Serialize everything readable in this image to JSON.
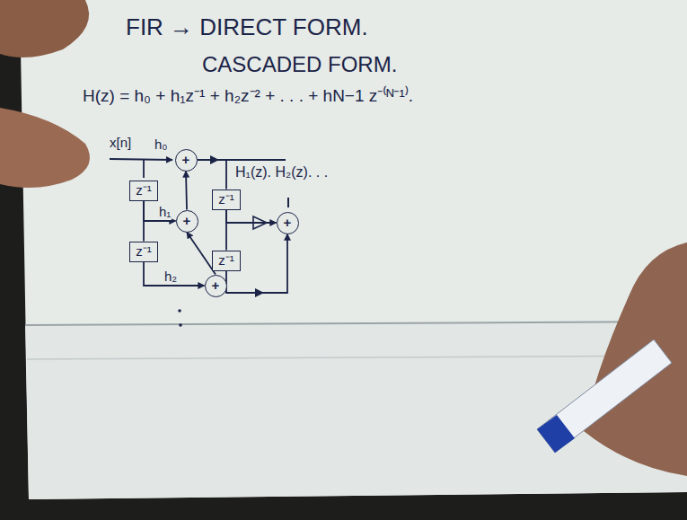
{
  "diagram": {
    "nodes": [
      {
        "text": [
          "z⁻¹"
        ]
      },
      {
        "text": [
          "z⁻¹"
        ]
      },
      {
        "text": [
          "+"
        ]
      },
      {
        "text": [
          "+"
        ]
      },
      {
        "text": [
          "+"
        ]
      },
      {
        "text": [
          "z⁻¹"
        ]
      },
      {
        "text": [
          "z⁻¹"
        ]
      },
      {
        "text": [
          "+"
        ]
      }
    ],
    "edges": [
      {
        "from": 0,
        "to": 1,
        "arrow": "none"
      },
      {
        "from": 0,
        "to": 3,
        "arrow": "to",
        "label": "h₁"
      },
      {
        "from": 3,
        "to": 2,
        "arrow": "to"
      },
      {
        "from": 1,
        "to": 4,
        "arrow": "to",
        "label": "h₂"
      },
      {
        "from": 4,
        "to": 3,
        "arrow": "to"
      },
      {
        "from": 2,
        "to": 5,
        "arrow": "none"
      },
      {
        "from": 5,
        "to": 6,
        "arrow": "none"
      },
      {
        "from": 5,
        "to": 7,
        "arrow": "to"
      },
      {
        "from": 6,
        "to": 7,
        "arrow": "to"
      }
    ],
    "labels": [
      "FIR → DIRECT FORM.",
      "CASCADED FORM.",
      "H(z) = h₀ + h₁z⁻¹ + h₂z⁻² + . . . + hN−1 z⁻⁽ᴺ⁻¹⁾.",
      "x[n]",
      "h₀",
      "H₁(z). H₂(z). . ."
    ]
  }
}
